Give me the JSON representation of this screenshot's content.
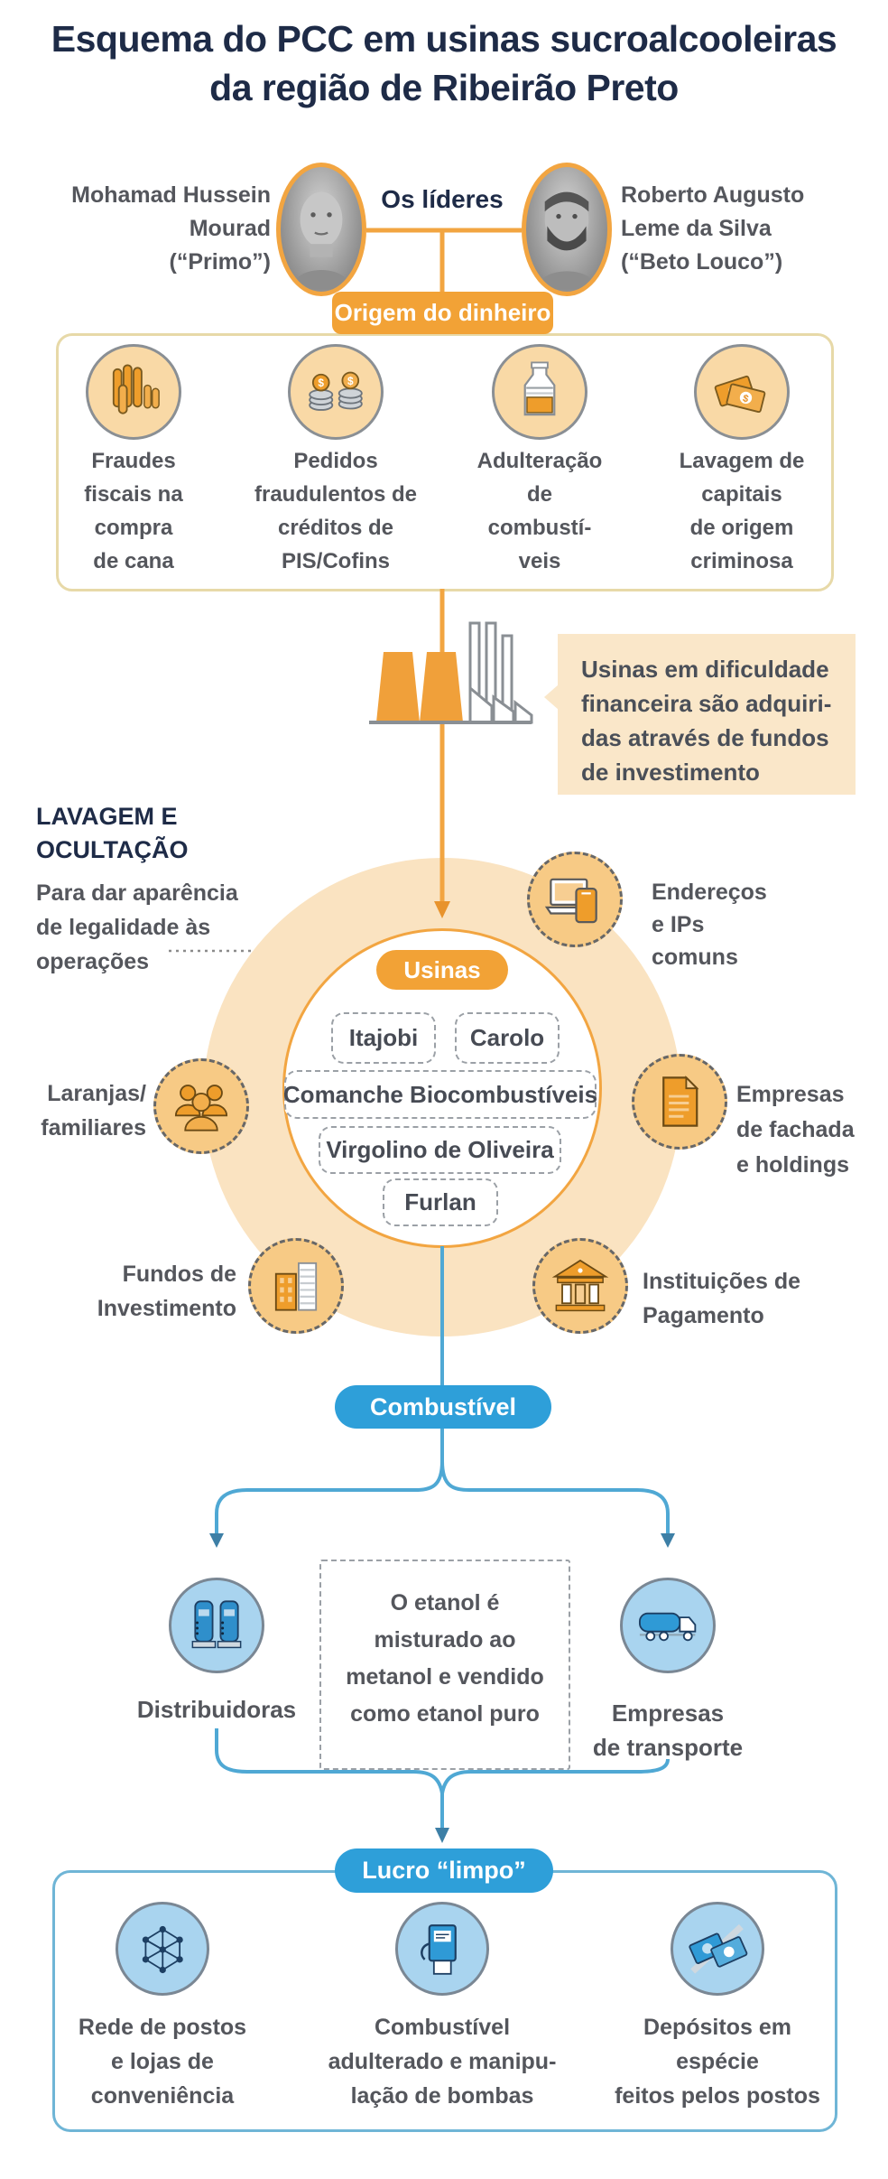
{
  "colors": {
    "accent_orange": "#F2A236",
    "accent_blue": "#2E9FD9",
    "title_navy": "#1E2B47",
    "label_gray": "#54565C",
    "donut_peach": "#FAE3C1",
    "callout_peach": "#FAE7C9",
    "frame_tan": "#E7D9A8",
    "frame_blue": "#6FB5D6",
    "icon_orange_bg": "#F7CA85",
    "icon_blue_bg": "#A9D4EF"
  },
  "title": {
    "line1": "Esquema do PCC em usinas sucroalcooleiras",
    "line2": "da região de Ribeirão Preto"
  },
  "leaders": {
    "label": "Os líderes",
    "left": {
      "lines": [
        "Mohamad Hussein",
        "Mourad",
        "(“Primo”)"
      ]
    },
    "right": {
      "lines": [
        "Roberto Augusto",
        "Leme da Silva",
        "(“Beto Louco”)"
      ]
    }
  },
  "origem": {
    "badge": "Origem do dinheiro",
    "items": [
      {
        "icon": "sugarcane-icon",
        "lines": [
          "Fraudes",
          "fiscais na",
          "compra",
          "de cana"
        ]
      },
      {
        "icon": "coins-documents-icon",
        "lines": [
          "Pedidos",
          "fraudulentos de",
          "créditos de",
          "PIS/Cofins"
        ]
      },
      {
        "icon": "fuel-jug-icon",
        "lines": [
          "Adulteração",
          "de",
          "combustí-",
          "veis"
        ]
      },
      {
        "icon": "money-bills-icon",
        "lines": [
          "Lavagem de",
          "capitais",
          "de origem",
          "criminosa"
        ]
      }
    ]
  },
  "aquisicao": {
    "lines": [
      "Usinas em dificuldade",
      "financeira são adquiri-",
      "das através de fundos",
      "de investimento"
    ]
  },
  "lavagem": {
    "title_lines": [
      "LAVAGEM E",
      "OCULTAÇÃO"
    ],
    "desc_lines": [
      "Para dar aparência",
      "de legalidade às",
      "operações"
    ]
  },
  "usinas": {
    "badge": "Usinas",
    "plants": [
      "Itajobi",
      "Carolo",
      "Comanche Biocombustíveis",
      "Virgolino de Oliveira",
      "Furlan"
    ]
  },
  "satellites": {
    "enderecos": {
      "lines": [
        "Endereços",
        "e IPs",
        "comuns"
      ]
    },
    "laranjas": {
      "lines": [
        "Laranjas/",
        "familiares"
      ]
    },
    "fachada": {
      "lines": [
        "Empresas",
        "de fachada",
        "e holdings"
      ]
    },
    "fundos": {
      "lines": [
        "Fundos de",
        "Investimento"
      ]
    },
    "instituicoes": {
      "lines": [
        "Instituições de",
        "Pagamento"
      ]
    }
  },
  "combustivel": {
    "badge": "Combustível",
    "etanol_note_lines": [
      "O etanol é",
      "misturado ao",
      "metanol e vendido",
      "como etanol puro"
    ],
    "distribuidoras": "Distribuidoras",
    "transporte_lines": [
      "Empresas",
      "de transporte"
    ]
  },
  "lucro": {
    "badge": "Lucro “limpo”",
    "items": [
      {
        "icon": "network-icon",
        "lines": [
          "Rede de postos",
          "e lojas de",
          "conveniência"
        ]
      },
      {
        "icon": "fuel-pump-icon",
        "lines": [
          "Combustível",
          "adulterado e manipu-",
          "lação de bombas"
        ]
      },
      {
        "icon": "cash-deposit-icon",
        "lines": [
          "Depósitos em",
          "espécie",
          "feitos pelos postos"
        ]
      }
    ]
  }
}
